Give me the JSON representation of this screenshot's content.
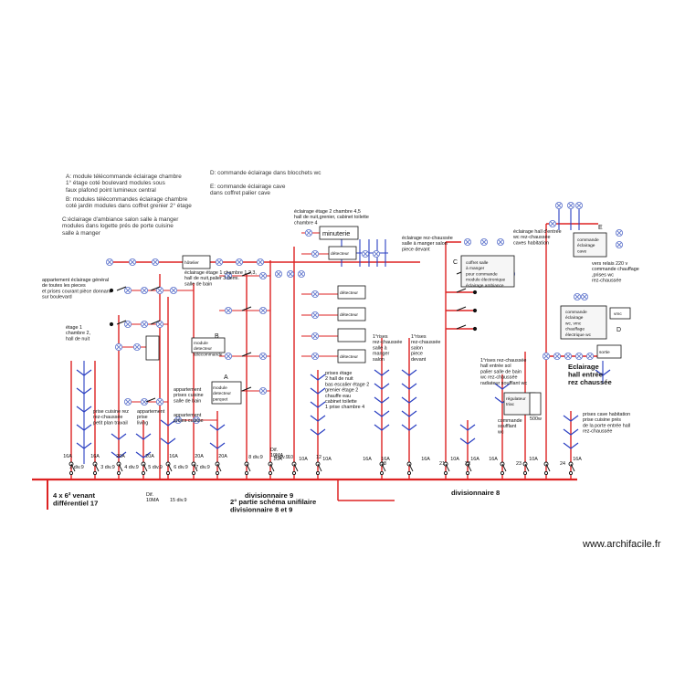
{
  "legend": {
    "a": "A: module télécommande éclairage chambre\n1° étage coté boulevard modules sous\nfaux plafond point lumineux central",
    "b": "B: modules télécommandes éclairage chambre\ncoté jardin modules dans coffret grenier 2° étage",
    "c": "C:éclairage d'ambiance salon salle à manger\nmodules dans logette prés de porte cuisine\nsalle à manger",
    "d": "D: commande éclairage  dans blocchets wc",
    "e": "E: commande éclairage cave\ndans coffret palier cave"
  },
  "labels": {
    "minuterie_top": "minuterie",
    "eclairage_chambre45": "éclairage étage 2 chambre 4,5\nhall de nuit,grenier, cabinet toilette\nchambre 4",
    "eclairage_etage1": "éclairage étage 1 chambre 1,2,3,\nhall de nuit,palier 3.demi.\nsalle de bain",
    "appartement_general": "appartement éclairage général\nde toutes les pieces\net prises courant pièce donnant\nsur boulevard",
    "etage1_chambre": "étage 1\nchambre 2,\nhall de nuit",
    "rez_salle_manger": "éclairage rez-chaussée\nsalle à manger salon\npiece devant",
    "hall_entree_wc": "éclairage  hall d'entrée\nwc rez-chaussée\ncaves habitation",
    "coffret_salle": "coffret salle\nà manger\npour commande\nmodule électronique\néclairage ambiance",
    "commande_eclairage_cave": "commande\néclairage\ncave",
    "vers_relais": "vers relais 220 v\ncommande chauffage\n,prises wc\nrez-chaussée",
    "commande_wc": "commande\néclairage\nwc, vmc\nchauffage\nélectrique wc",
    "eclairage_hall_entree": "Eclairage\nhall entrée\nrez chaussée",
    "appart_prises_cuisine": "appartement\nprises cuisine\nsalle de bain",
    "appart_prises_cuisine2": "appartement\nprises cuisine",
    "prise_cuisine_rez": "prise cuisine rez\nrez-chaussée\npetit plan travail",
    "appartement_prise_living": "appartement\nprise\nliving",
    "prises_etage": "prises  étage\n2 hall de nuit\nbas escalier étage 2\ngrenier étage 2\nchauffe eau\ncabinet toilette\n1 prise chambre 4",
    "prises_salle_manger": "1°rises\nrez-chaussée\nsalle à\nmanger\nsalon",
    "prises_salon": "1°rises\nrez-chaussée\nsalon\npiece\ndevant",
    "prises_hall_entree": "1°rises rez-chaussée\nhall entrée sol\npalier salle de bain\nwc rez-chaussée\nradiateur soufflant wc",
    "regulateur": "régulateur\ntriac",
    "commande_soufflant": "commande\nsoufflant\nwc",
    "w500": "500w",
    "prises_cave": "prises cave habitation\nprise cuisine prés\nde la porte entrée hall\nrez-chaussée",
    "venant": "4 x 6² venant\ndifférentiel 17",
    "divisionnaire9": "divisionnaire 9",
    "divisionnaire8": "divisionnaire 8",
    "partie2": "2° partie schéma unifilaire\ndivisionnaire 8 et 9",
    "diff_10ma_a": "Dif.\n10MA",
    "diff_10ma_b": "Dif.\n10MA",
    "div9_15": "15 div.9",
    "box_letter_a": "A",
    "box_letter_b": "B",
    "box_letter_c": "C",
    "box_letter_d": "D",
    "box_letter_e": "E",
    "module_a": "module\ndetecteur\nparquet",
    "module_b": "module\ndetecteur\ntélécommande",
    "vmc_label": "vmc",
    "sortie_label": "sortie",
    "box_rocker": "hôtelier",
    "box_rel1": "détecteur",
    "box_rel2": "détecteur",
    "box_rel3": "détecteur",
    "box_rel4": "détecteur"
  },
  "breakers": {
    "amps_left": [
      "16A",
      "16A",
      "20A",
      "20A",
      "16A",
      "20A",
      "20A"
    ],
    "ids_left": [
      "2 div.9",
      "3 div.9",
      "4 div.9",
      "5 div.9",
      "6 div.9",
      "7 div.9"
    ],
    "amps_mid": [
      "10A",
      "10A",
      "10A",
      "16A"
    ],
    "ids_mid": [
      "8 div.9",
      "9 div.9",
      "10",
      "12"
    ],
    "amps_right": [
      "16A",
      "16A",
      "10A",
      "16A",
      "16A",
      "10A",
      "16A"
    ],
    "ids_right": [
      "18",
      "21",
      "22",
      "23",
      "24"
    ]
  },
  "watermark": "www.archifacile.fr"
}
